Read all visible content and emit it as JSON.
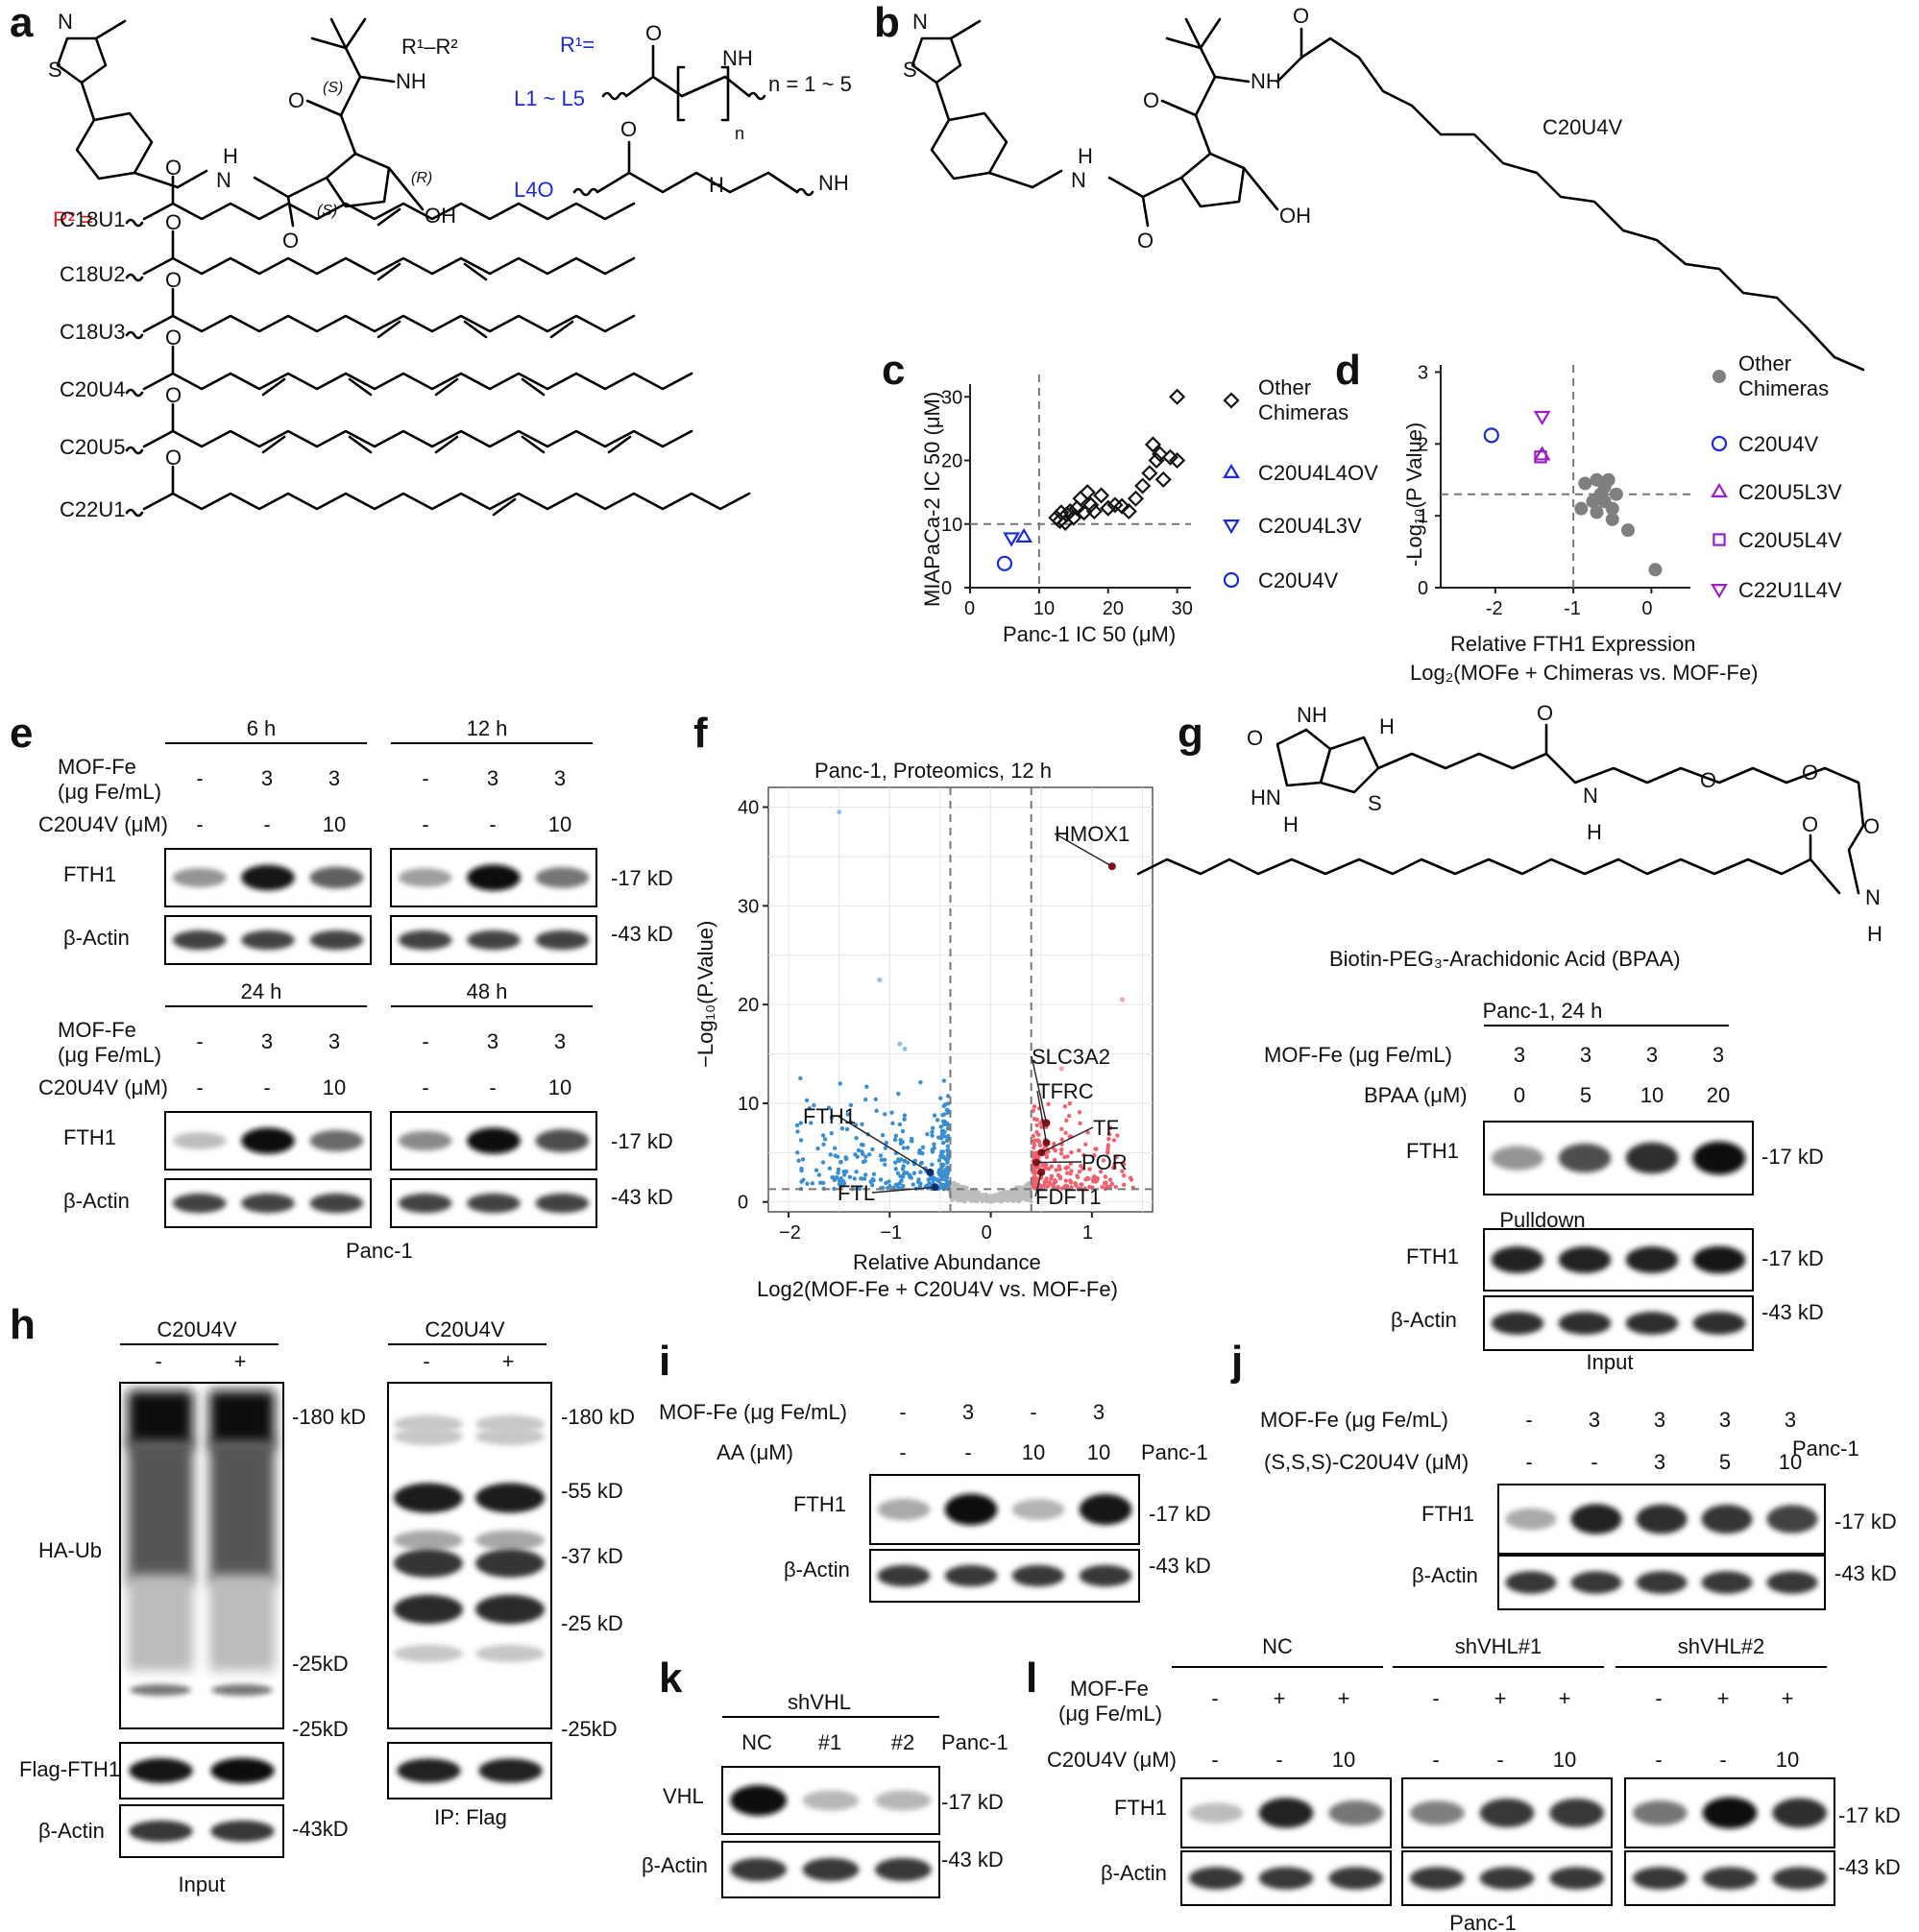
{
  "panel_letters": [
    "a",
    "b",
    "c",
    "d",
    "e",
    "f",
    "g",
    "h",
    "i",
    "j",
    "k",
    "l"
  ],
  "panel_a": {
    "r1r2": "R¹–R²",
    "r1_label": "R¹=",
    "r2_label": "R² =",
    "linkers": [
      "L1 ~ L5",
      "L4O"
    ],
    "n_range": "n = 1 ~ 5",
    "n": "n",
    "acids": [
      "C18U1",
      "C18U2",
      "C18U3",
      "C20U4",
      "C20U5",
      "C22U1"
    ],
    "stereo": [
      "(S)",
      "(R)",
      "(S)"
    ],
    "atoms": [
      "N",
      "S",
      "NH",
      "H",
      "N",
      "OH",
      "O",
      "O",
      "O",
      "H"
    ]
  },
  "panel_b": {
    "name": "C20U4V",
    "atoms": [
      "N",
      "S",
      "NH",
      "H",
      "N",
      "OH",
      "O",
      "O",
      "O"
    ]
  },
  "chart_data": [
    {
      "panel": "c",
      "type": "scatter",
      "xlabel": "Panc-1 IC 50 (μM)",
      "ylabel": "MIAPaCa-2 IC 50 (μM)",
      "xlim": [
        0,
        32
      ],
      "ylim": [
        0,
        32
      ],
      "xticks": [
        "0",
        "10",
        "20",
        "30"
      ],
      "yticks": [
        "0",
        "10",
        "20",
        "30"
      ],
      "thresholds": {
        "x": 10,
        "y": 10
      },
      "legend": [
        "Other Chimeras",
        "C20U4L4OV",
        "C20U4L3V",
        "C20U4V"
      ],
      "series": [
        {
          "name": "Other Chimeras",
          "marker": "diamond",
          "color": "#111111",
          "points": [
            [
              12.5,
              11
            ],
            [
              13,
              10.5
            ],
            [
              13.2,
              11.8
            ],
            [
              13.8,
              10.2
            ],
            [
              14,
              11.5
            ],
            [
              14.5,
              12
            ],
            [
              15,
              11
            ],
            [
              15.5,
              12.5
            ],
            [
              16,
              14
            ],
            [
              16.5,
              11.8
            ],
            [
              17,
              15
            ],
            [
              17.5,
              13
            ],
            [
              18,
              12
            ],
            [
              19,
              14.5
            ],
            [
              20,
              12.5
            ],
            [
              21,
              13
            ],
            [
              22,
              12.8
            ],
            [
              23,
              12
            ],
            [
              24,
              14
            ],
            [
              25,
              16
            ],
            [
              26,
              18
            ],
            [
              26.5,
              22.5
            ],
            [
              27,
              20
            ],
            [
              27.5,
              21
            ],
            [
              28,
              17
            ],
            [
              29,
              20.5
            ],
            [
              30,
              20
            ],
            [
              30,
              30
            ]
          ]
        },
        {
          "name": "C20U4L4OV",
          "marker": "triangle-up",
          "color": "#1a2bd6",
          "points": [
            [
              7.8,
              8
            ]
          ]
        },
        {
          "name": "C20U4L3V",
          "marker": "triangle-down",
          "color": "#1a2bd6",
          "points": [
            [
              6,
              7.8
            ]
          ]
        },
        {
          "name": "C20U4V",
          "marker": "circle",
          "color": "#1a2bd6",
          "points": [
            [
              5,
              3.8
            ]
          ]
        }
      ]
    },
    {
      "panel": "d",
      "type": "scatter",
      "xlabel": "Relative FTH1 Expression",
      "xlabel2": "Log₂(MOFe + Chimeras vs. MOF-Fe)",
      "ylabel": "-Log₁₀(P Value)",
      "xlim": [
        -2.7,
        0.5
      ],
      "ylim": [
        0,
        3.1
      ],
      "xticks": [
        "-2",
        "-1",
        "0"
      ],
      "yticks": [
        "0",
        "1",
        "2",
        "3"
      ],
      "thresholds": {
        "x": -1,
        "y": 1.3
      },
      "legend": [
        "Other Chimeras",
        "C20U4V",
        "C20U5L3V",
        "C20U5L4V",
        "C22U1L4V"
      ],
      "series": [
        {
          "name": "Other Chimeras",
          "marker": "circle-filled",
          "color": "#7f7f7f",
          "points": [
            [
              -0.85,
              1.45
            ],
            [
              -0.7,
              1.5
            ],
            [
              -0.6,
              1.4
            ],
            [
              -0.55,
              1.5
            ],
            [
              -0.65,
              1.3
            ],
            [
              -0.75,
              1.2
            ],
            [
              -0.6,
              1.2
            ],
            [
              -0.5,
              1.1
            ],
            [
              -0.45,
              1.3
            ],
            [
              -0.7,
              1.05
            ],
            [
              -0.5,
              0.95
            ],
            [
              -0.3,
              0.8
            ],
            [
              -0.9,
              1.1
            ],
            [
              0.05,
              0.25
            ]
          ]
        },
        {
          "name": "C20U4V",
          "marker": "circle",
          "color": "#1a2bd6",
          "points": [
            [
              -2.05,
              2.12
            ]
          ]
        },
        {
          "name": "C20U5L3V",
          "marker": "triangle-up",
          "color": "#9b1fc9",
          "points": [
            [
              -1.4,
              1.85
            ]
          ]
        },
        {
          "name": "C20U5L4V",
          "marker": "square",
          "color": "#9b1fc9",
          "points": [
            [
              -1.42,
              1.82
            ]
          ]
        },
        {
          "name": "C22U1L4V",
          "marker": "triangle-down",
          "color": "#9b1fc9",
          "points": [
            [
              -1.4,
              2.38
            ]
          ]
        }
      ]
    },
    {
      "panel": "f",
      "type": "scatter",
      "title": "Panc-1, Proteomics, 12 h",
      "xlabel": "Relative Abundance",
      "xlabel2": "Log2(MOF-Fe + C20U4V vs. MOF-Fe)",
      "ylabel": "−Log₁₀(P.Value)",
      "xlim": [
        -2.2,
        1.6
      ],
      "ylim": [
        -1,
        42
      ],
      "xticks": [
        "−2",
        "−1",
        "0",
        "1"
      ],
      "yticks": [
        "0",
        "10",
        "20",
        "30",
        "40"
      ],
      "thresholds": {
        "x": [
          -0.4,
          0.4
        ],
        "y": 1.3
      },
      "labels": [
        {
          "text": "HMOX1",
          "x": 1.2,
          "y": 34
        },
        {
          "text": "SLC3A2",
          "x": 0.55,
          "y": 8
        },
        {
          "text": "TFRC",
          "x": 0.55,
          "y": 6
        },
        {
          "text": "TF",
          "x": 0.5,
          "y": 5
        },
        {
          "text": "POR",
          "x": 0.45,
          "y": 4
        },
        {
          "text": "FDFT1",
          "x": 0.5,
          "y": 3
        },
        {
          "text": "FTH1",
          "x": -0.6,
          "y": 3
        },
        {
          "text": "FTL",
          "x": -0.55,
          "y": 1.5
        }
      ]
    }
  ],
  "panel_e": {
    "times": [
      "6 h",
      "12 h",
      "24 h",
      "48 h"
    ],
    "row_mof": "MOF-Fe",
    "row_mof_unit": "(μg Fe/mL)",
    "row_c20": "C20U4V (μM)",
    "mof_vals": [
      "-",
      "3",
      "3"
    ],
    "c20_vals": [
      "-",
      "-",
      "10"
    ],
    "rows": [
      "FTH1",
      "β-Actin"
    ],
    "mw": [
      "-17 kD",
      "-43 kD"
    ],
    "cell": "Panc-1",
    "fth1_bands": [
      [
        0.35,
        0.95,
        0.6
      ],
      [
        0.3,
        1.0,
        0.5
      ],
      [
        0.15,
        1.0,
        0.55
      ],
      [
        0.4,
        1.0,
        0.7
      ]
    ]
  },
  "panel_g": {
    "compound": "Biotin-PEG₃-Arachidonic Acid (BPAA)",
    "atoms": [
      "O",
      "NH",
      "HN",
      "H",
      "H",
      "S",
      "O",
      "N",
      "H",
      "O",
      "O",
      "O",
      "O",
      "N",
      "H"
    ],
    "condition": "Panc-1, 24 h",
    "row_mof": "MOF-Fe (μg Fe/mL)",
    "mof_vals": [
      "3",
      "3",
      "3",
      "3"
    ],
    "row_bpaa": "BPAA (μM)",
    "bpaa_vals": [
      "0",
      "5",
      "10",
      "20"
    ],
    "pulldown_label": "Pulldown",
    "input_label": "Input",
    "rows": [
      "FTH1",
      "FTH1",
      "β-Actin"
    ],
    "mw": [
      "-17 kD",
      "-17 kD",
      "-43 kD"
    ]
  },
  "panel_h": {
    "treat": "C20U4V",
    "vals": [
      "-",
      "+"
    ],
    "rows": [
      "HA-Ub",
      "Flag-FTH1",
      "β-Actin"
    ],
    "mw_input": [
      "-180 kD",
      "-25kD",
      "-25kD",
      "-43kD"
    ],
    "mw_ip": [
      "-180 kD",
      "-55 kD",
      "-37 kD",
      "-25 kD",
      "-25kD"
    ],
    "input_label": "Input",
    "ip_label": "IP: Flag"
  },
  "panel_i": {
    "row_mof": "MOF-Fe (μg Fe/mL)",
    "mof_vals": [
      "-",
      "3",
      "-",
      "3"
    ],
    "row_aa": "AA (μM)",
    "aa_vals": [
      "-",
      "-",
      "10",
      "10"
    ],
    "cell": "Panc-1",
    "rows": [
      "FTH1",
      "β-Actin"
    ],
    "mw": [
      "-17 kD",
      "-43 kD"
    ]
  },
  "panel_j": {
    "row_mof": "MOF-Fe (μg Fe/mL)",
    "mof_vals": [
      "-",
      "3",
      "3",
      "3",
      "3"
    ],
    "row_c": "(S,S,S)-C20U4V (μM)",
    "c_vals": [
      "-",
      "-",
      "3",
      "5",
      "10"
    ],
    "cell": "Panc-1",
    "rows": [
      "FTH1",
      "β-Actin"
    ],
    "mw": [
      "-17 kD",
      "-43 kD"
    ]
  },
  "panel_k": {
    "header": "shVHL",
    "lanes": [
      "NC",
      "#1",
      "#2"
    ],
    "cell": "Panc-1",
    "rows": [
      "VHL",
      "β-Actin"
    ],
    "mw": [
      "-17 kD",
      "-43 kD"
    ]
  },
  "panel_l": {
    "groups": [
      "NC",
      "shVHL#1",
      "shVHL#2"
    ],
    "row_mof": "MOF-Fe",
    "row_mof_unit": "(μg Fe/mL)",
    "mof_vals": [
      "-",
      "+",
      "+"
    ],
    "row_c20": "C20U4V (μM)",
    "c20_vals": [
      "-",
      "-",
      "10"
    ],
    "rows": [
      "FTH1",
      "β-Actin"
    ],
    "mw": [
      "-17 kD",
      "-43 kD"
    ],
    "cell": "Panc-1"
  }
}
